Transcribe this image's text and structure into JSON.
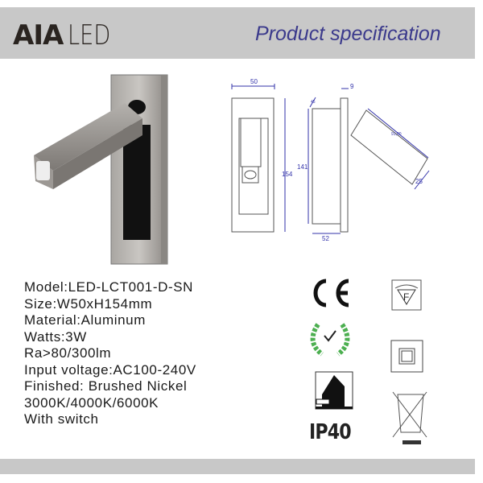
{
  "header": {
    "logo": "AIA LED",
    "logo_mark": "AIA",
    "logo_word": "LED",
    "title": "Product specification"
  },
  "specs": [
    "Model:LED-LCT001-D-SN",
    "Size:W50xH154mm",
    "Material:Aluminum",
    "Watts:3W",
    "Ra>80/300lm",
    "Input voltage:AC100-240V",
    "Finished: Brushed Nickel",
    "3000K/4000K/6000K",
    "With switch"
  ],
  "drawing": {
    "width": "50",
    "height": "154",
    "depth": "52",
    "plate_thickness": "9",
    "inner_height": "141",
    "angle": "45",
    "arm_length": "91,00",
    "arm_width": "25"
  },
  "certifications": {
    "ip_rating": "IP40",
    "icons": [
      "ce-mark-icon",
      "f-mark-icon",
      "quality-laurel-icon",
      "class-ii-double-insulation-icon",
      "indoor-use-house-icon",
      "weee-crossed-bin-icon"
    ]
  },
  "colors": {
    "band": "#c8c8c8",
    "title": "#3b3a8c",
    "dimension": "#3333aa",
    "finish": "#8e8a86"
  }
}
